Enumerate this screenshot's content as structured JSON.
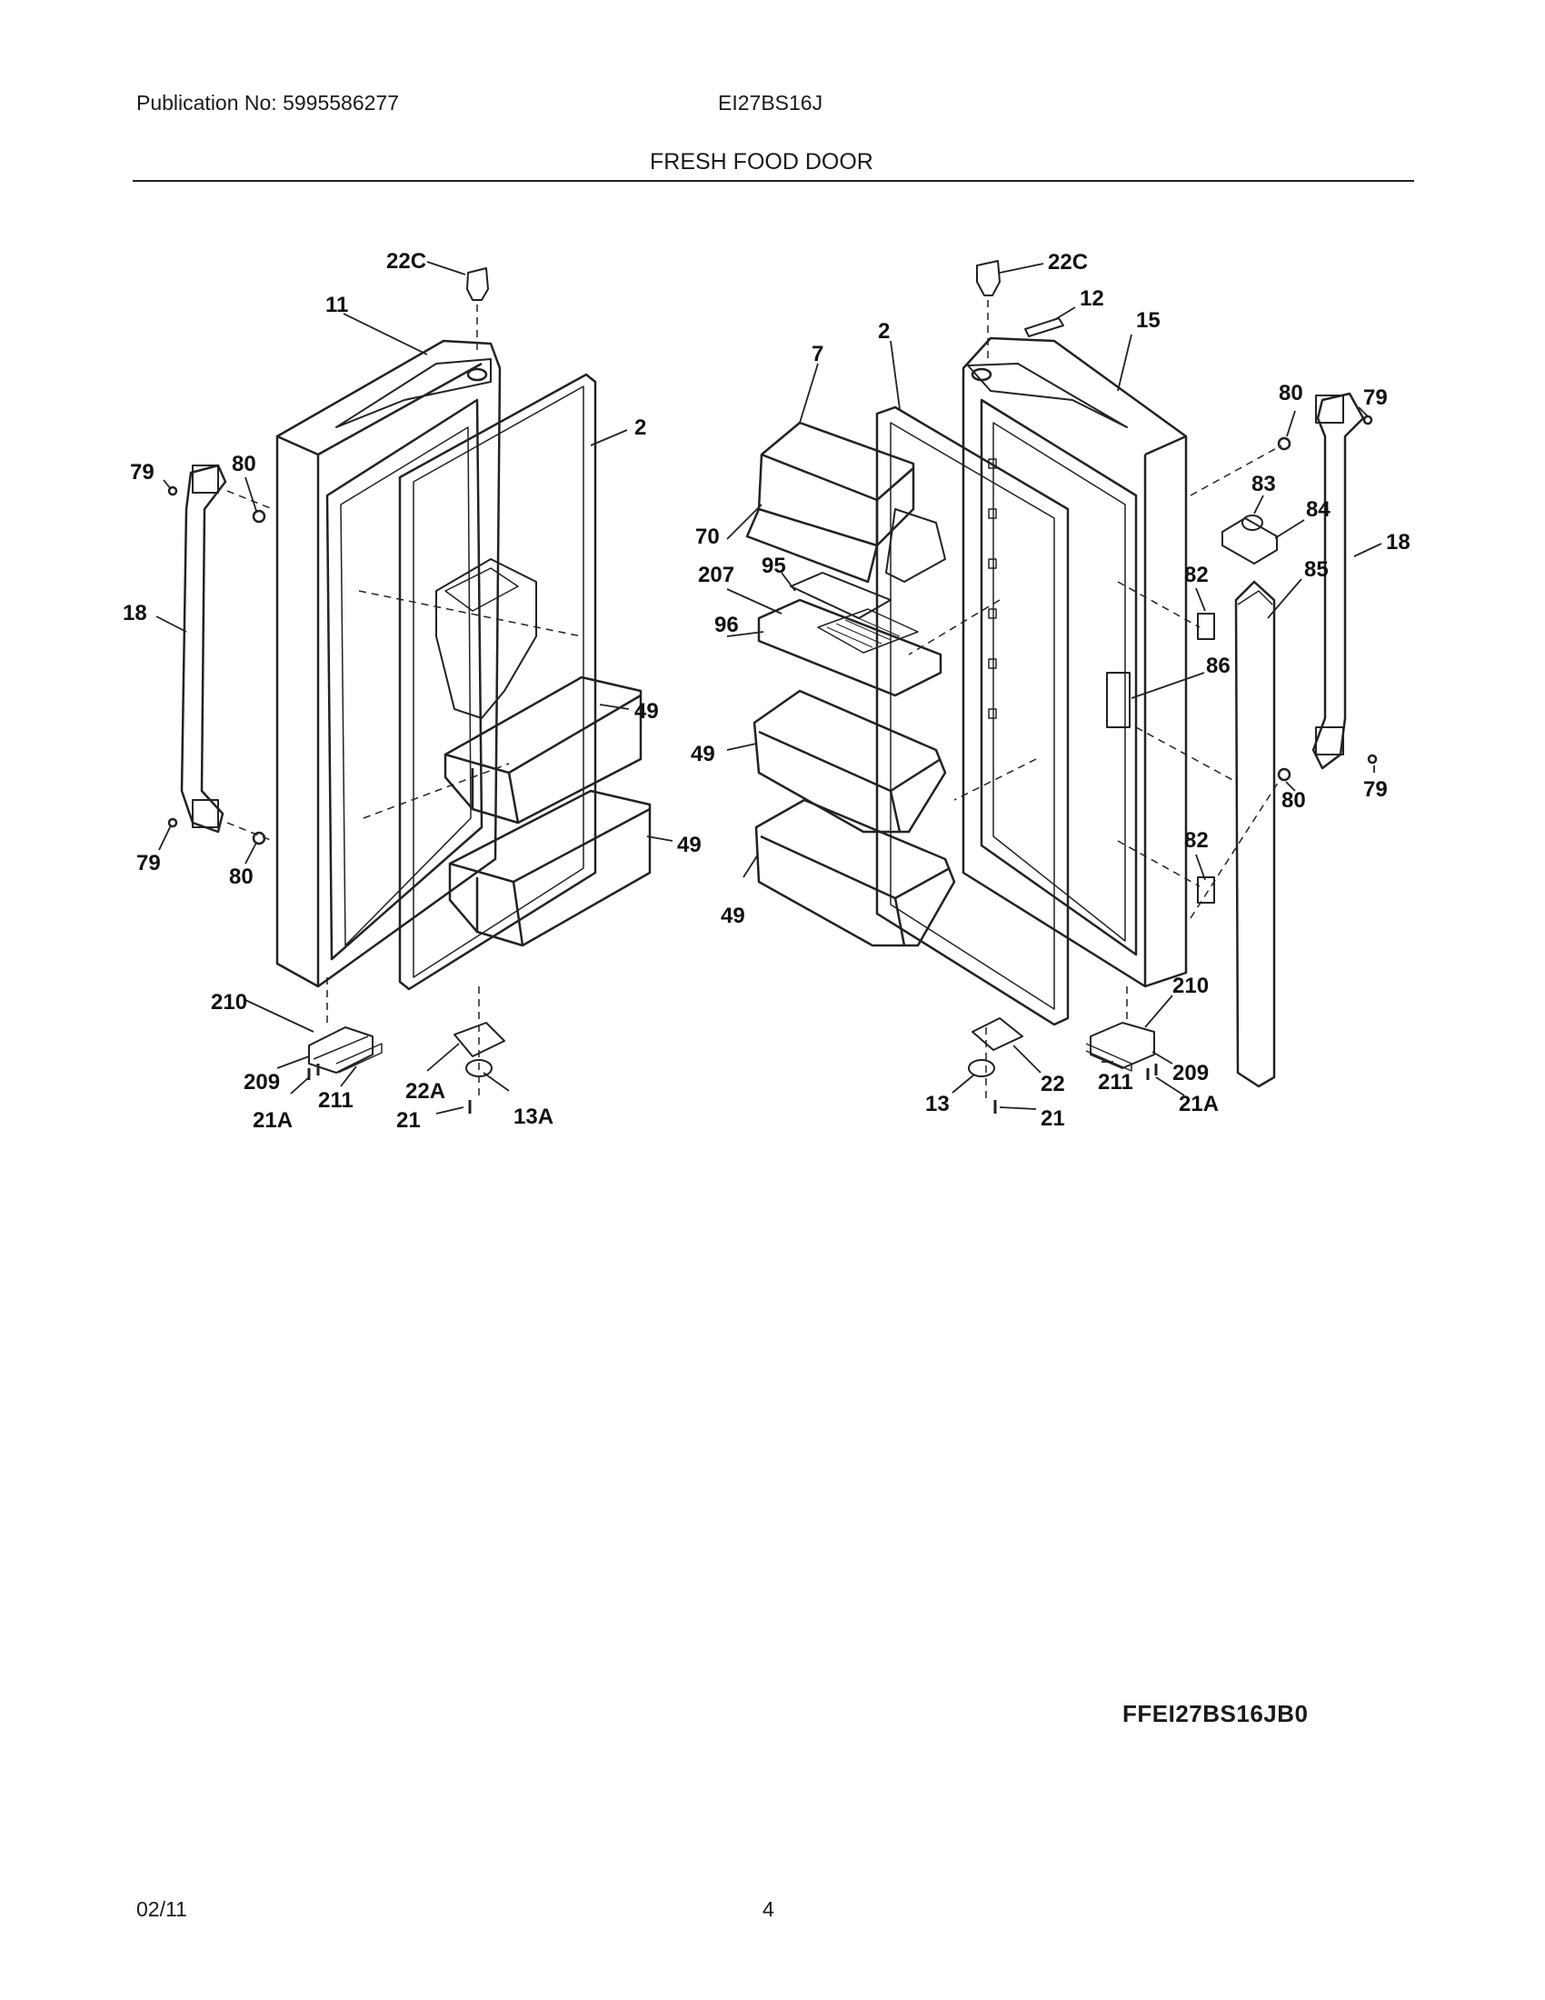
{
  "header": {
    "publication": "Publication No: 5995586277",
    "model": "EI27BS16J",
    "section_title": "FRESH FOOD DOOR"
  },
  "diagram": {
    "left_door_callouts": [
      "22C",
      "11",
      "2",
      "79",
      "80",
      "18",
      "49",
      "49",
      "79",
      "80",
      "210",
      "209",
      "211",
      "21A",
      "22A",
      "13A",
      "21"
    ],
    "right_door_callouts": [
      "22C",
      "12",
      "2",
      "15",
      "7",
      "70",
      "95",
      "207",
      "96",
      "49",
      "49",
      "80",
      "79",
      "83",
      "84",
      "18",
      "82",
      "85",
      "86",
      "80",
      "79",
      "82",
      "210",
      "22",
      "13",
      "21",
      "211",
      "209",
      "21A"
    ]
  },
  "footer": {
    "diagram_code": "FFEI27BS16JB0",
    "date": "02/11",
    "page_number": "4"
  }
}
